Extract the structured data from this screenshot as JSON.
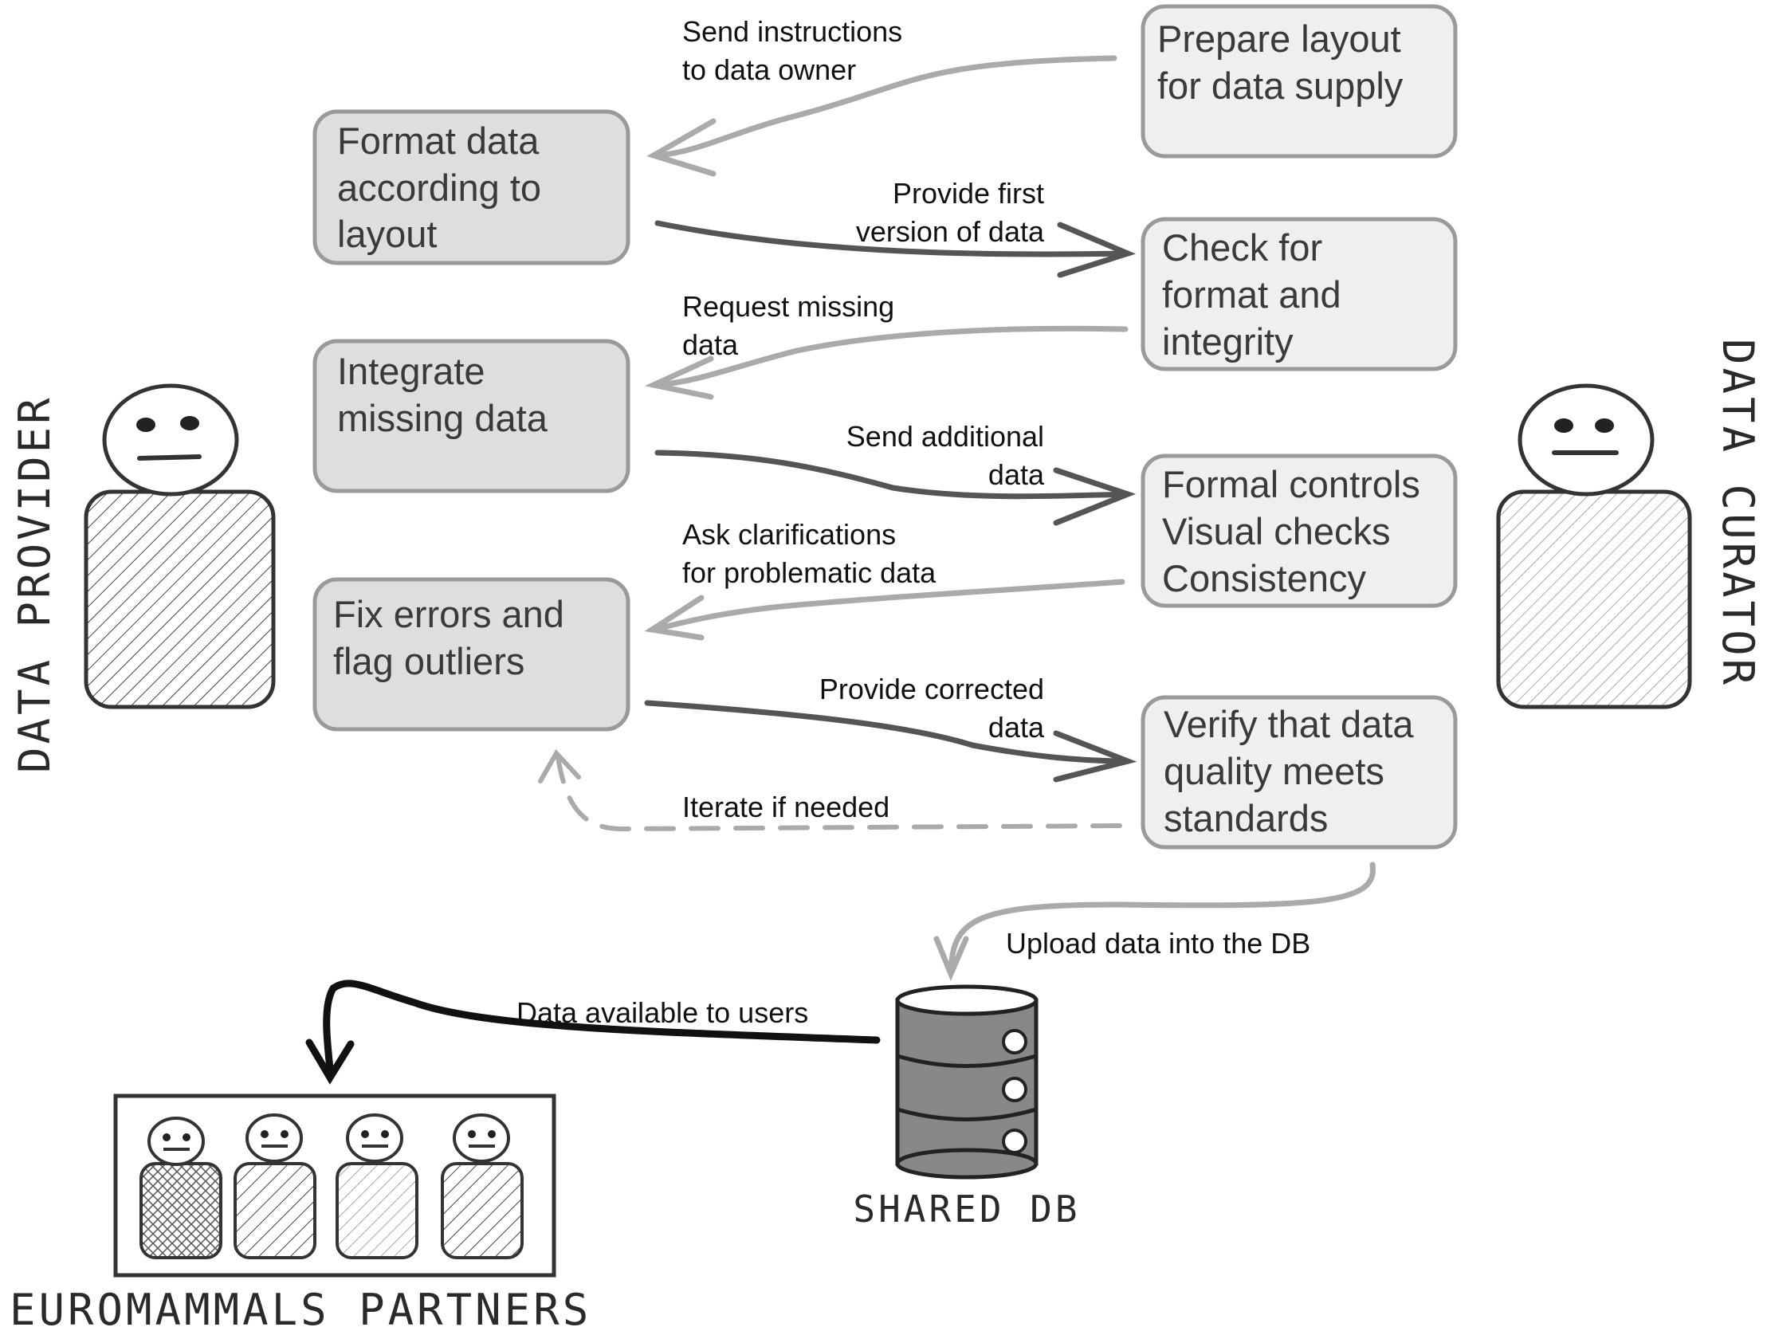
{
  "provider_boxes": [
    {
      "lines": [
        "Format data",
        "according to",
        "layout"
      ]
    },
    {
      "lines": [
        "Integrate",
        "missing data"
      ]
    },
    {
      "lines": [
        "Fix errors and",
        "flag outliers"
      ]
    }
  ],
  "curator_boxes": [
    {
      "lines": [
        "Prepare layout",
        "for data supply"
      ]
    },
    {
      "lines": [
        "Check for",
        "format and",
        "integrity"
      ]
    },
    {
      "lines": [
        "Formal controls",
        "Visual checks",
        "Consistency"
      ]
    },
    {
      "lines": [
        "Verify that data",
        "quality meets",
        "standards"
      ]
    }
  ],
  "arrow_labels": {
    "send_instructions": [
      "Send instructions",
      "to data owner"
    ],
    "provide_first": [
      "Provide first",
      "version of data"
    ],
    "request_missing": [
      "Request missing",
      "data"
    ],
    "send_additional": [
      "Send additional",
      "data"
    ],
    "ask_clarifications": [
      "Ask clarifications",
      "for problematic data"
    ],
    "provide_corrected": [
      "Provide corrected",
      "data"
    ],
    "iterate": "Iterate if needed",
    "upload": "Upload data into the DB",
    "available": "Data available to users"
  },
  "roles": {
    "provider": "DATA PROVIDER",
    "curator": "DATA CURATOR",
    "db": "SHARED DB",
    "partners": "EUROMAMMALS PARTNERS"
  },
  "colors": {
    "provider_box_fill": "#dedede",
    "curator_box_fill": "#efefef",
    "box_stroke": "#9a9a9a",
    "dark_arrow": "#555555",
    "light_arrow": "#aaaaaa",
    "final_arrow": "#111111"
  }
}
